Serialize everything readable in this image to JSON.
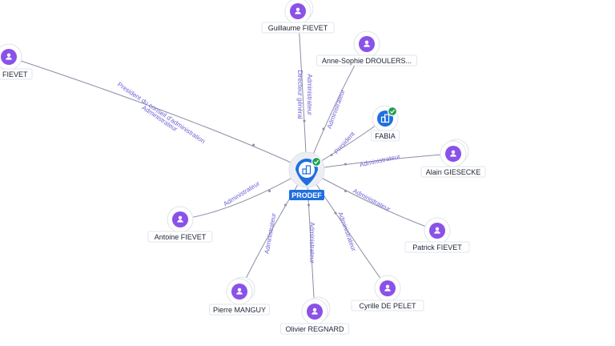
{
  "colors": {
    "person": "#8a52e8",
    "company": "#1f6fe0",
    "edge": "#8a8fa3",
    "edge_label": "#6f63d6",
    "verified": "#1e9e55"
  },
  "center": {
    "label": "PRODEF",
    "icon": "building-icon",
    "verified_icon": "check-icon"
  },
  "nodes": [
    {
      "id": "guillaume",
      "label": "Guillaume FIEVET",
      "kind": "person",
      "icon": "user-icon",
      "stack": true
    },
    {
      "id": "anne",
      "label": "Anne-Sophie DROULERS...",
      "kind": "person",
      "icon": "user-icon",
      "stack": false
    },
    {
      "id": "fabia",
      "label": "FABIA",
      "kind": "company",
      "icon": "building-icon",
      "stack": false
    },
    {
      "id": "alain",
      "label": "Alain GIESECKE",
      "kind": "person",
      "icon": "user-icon",
      "stack": true
    },
    {
      "id": "patrick",
      "label": "Patrick FIEVET",
      "kind": "person",
      "icon": "user-icon",
      "stack": false
    },
    {
      "id": "cyrille",
      "label": "Cyrille DE PELET",
      "kind": "person",
      "icon": "user-icon",
      "stack": false
    },
    {
      "id": "olivier",
      "label": "Olivier REGNARD",
      "kind": "person",
      "icon": "user-icon",
      "stack": true
    },
    {
      "id": "pierre",
      "label": "Pierre MANGUY",
      "kind": "person",
      "icon": "user-icon",
      "stack": true
    },
    {
      "id": "antoine",
      "label": "Antoine FIEVET",
      "kind": "person",
      "icon": "user-icon",
      "stack": false
    },
    {
      "id": "nfievet",
      "label": "n FIEVET",
      "kind": "person",
      "icon": "user-icon",
      "stack": false
    }
  ],
  "edges": [
    {
      "to": "guillaume",
      "labels": [
        "Directeur général",
        "Administrateur"
      ]
    },
    {
      "to": "anne",
      "labels": [
        "Administrateur"
      ]
    },
    {
      "to": "fabia",
      "labels": [
        "President"
      ]
    },
    {
      "to": "alain",
      "labels": [
        "Administrateur"
      ]
    },
    {
      "to": "patrick",
      "labels": [
        "Administrateur"
      ]
    },
    {
      "to": "cyrille",
      "labels": [
        "Administrateur"
      ]
    },
    {
      "to": "olivier",
      "labels": [
        "Administrateur"
      ]
    },
    {
      "to": "pierre",
      "labels": [
        "Administrateur"
      ]
    },
    {
      "to": "antoine",
      "labels": [
        "Administrateur"
      ]
    },
    {
      "to": "nfievet",
      "labels": [
        "President du conseil d'administration",
        "Administrateur"
      ]
    }
  ]
}
